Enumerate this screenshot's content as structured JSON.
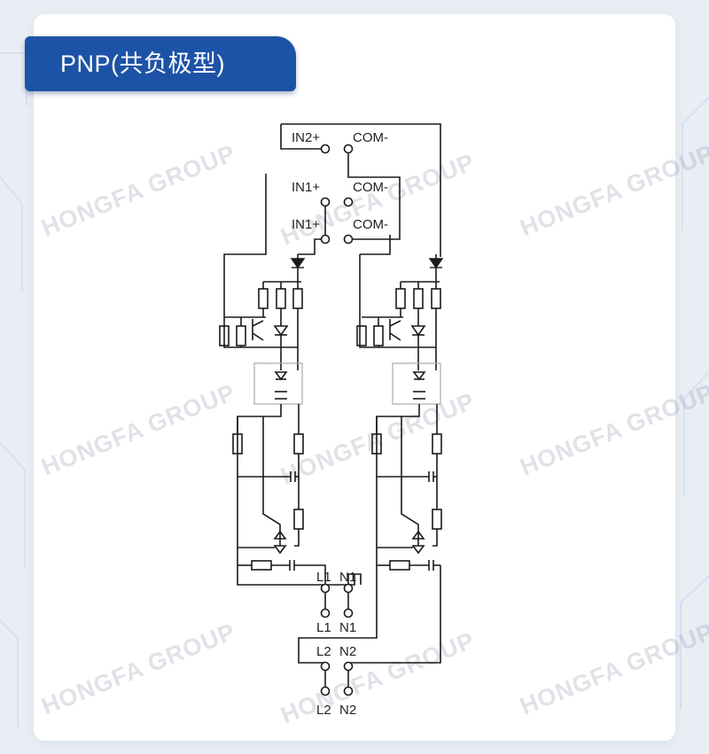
{
  "title": "PNP(共负极型)",
  "watermark": "HONGFA GROUP",
  "terminals": {
    "in2_plus": "IN2+",
    "com_minus": "COM-",
    "in1_plus": "IN1+",
    "l1": "L1",
    "n1": "N1",
    "l2": "L2",
    "n2": "N2"
  },
  "colors": {
    "accent": "#1d53a6",
    "line": "#1a1a1a"
  }
}
